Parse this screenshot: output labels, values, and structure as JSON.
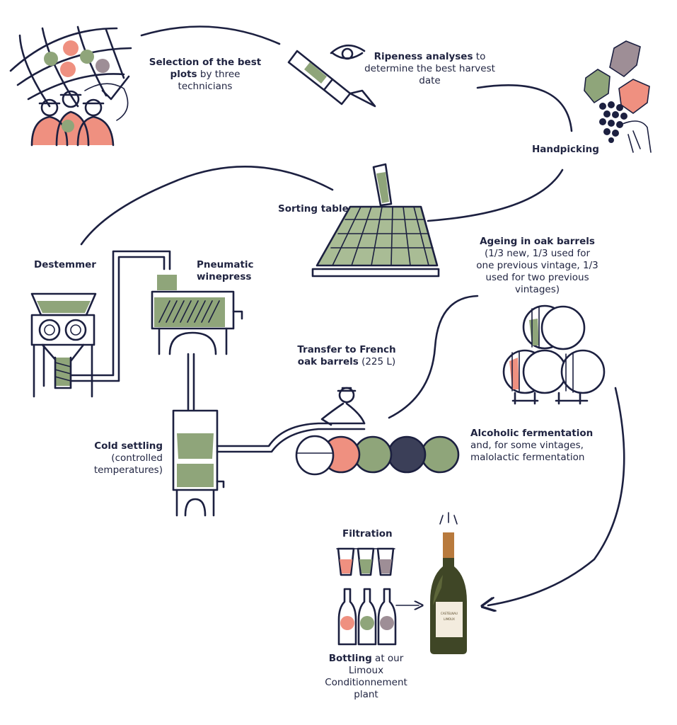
{
  "steps": {
    "selection": {
      "bold": "Selection of the best plots",
      "rest": " by three technicians"
    },
    "ripeness": {
      "bold": "Ripeness analyses",
      "rest": " to determine the best harvest date"
    },
    "handpicking": {
      "bold": "Handpicking"
    },
    "sorting": {
      "bold": "Sorting table"
    },
    "destemmer": {
      "bold": "Destemmer"
    },
    "winepress": {
      "bold": "Pneumatic winepress"
    },
    "ageing": {
      "bold": "Ageing in oak barrels",
      "rest": "(1/3 new, 1/3 used for one previous vintage, 1/3 used for two previous vintages)"
    },
    "transfer": {
      "bold": "Transfer to French oak barrels",
      "rest": " (225 L)"
    },
    "cold_settling": {
      "bold": "Cold settling",
      "rest": "(controlled temperatures)"
    },
    "fermentation": {
      "bold": "Alcoholic fermentation",
      "rest": "and, for some vintages, malolactic fermentation"
    },
    "filtration": {
      "bold": "Filtration"
    },
    "bottling": {
      "bold": "Bottling",
      "rest": " at our Limoux Conditionnement plant"
    }
  },
  "colors": {
    "ink": "#1c2040",
    "sage": "#8fa57a",
    "salmon": "#ef9080",
    "mauve": "#9e8e96",
    "bottle": "#3f4626",
    "foil": "#b87a3d"
  }
}
